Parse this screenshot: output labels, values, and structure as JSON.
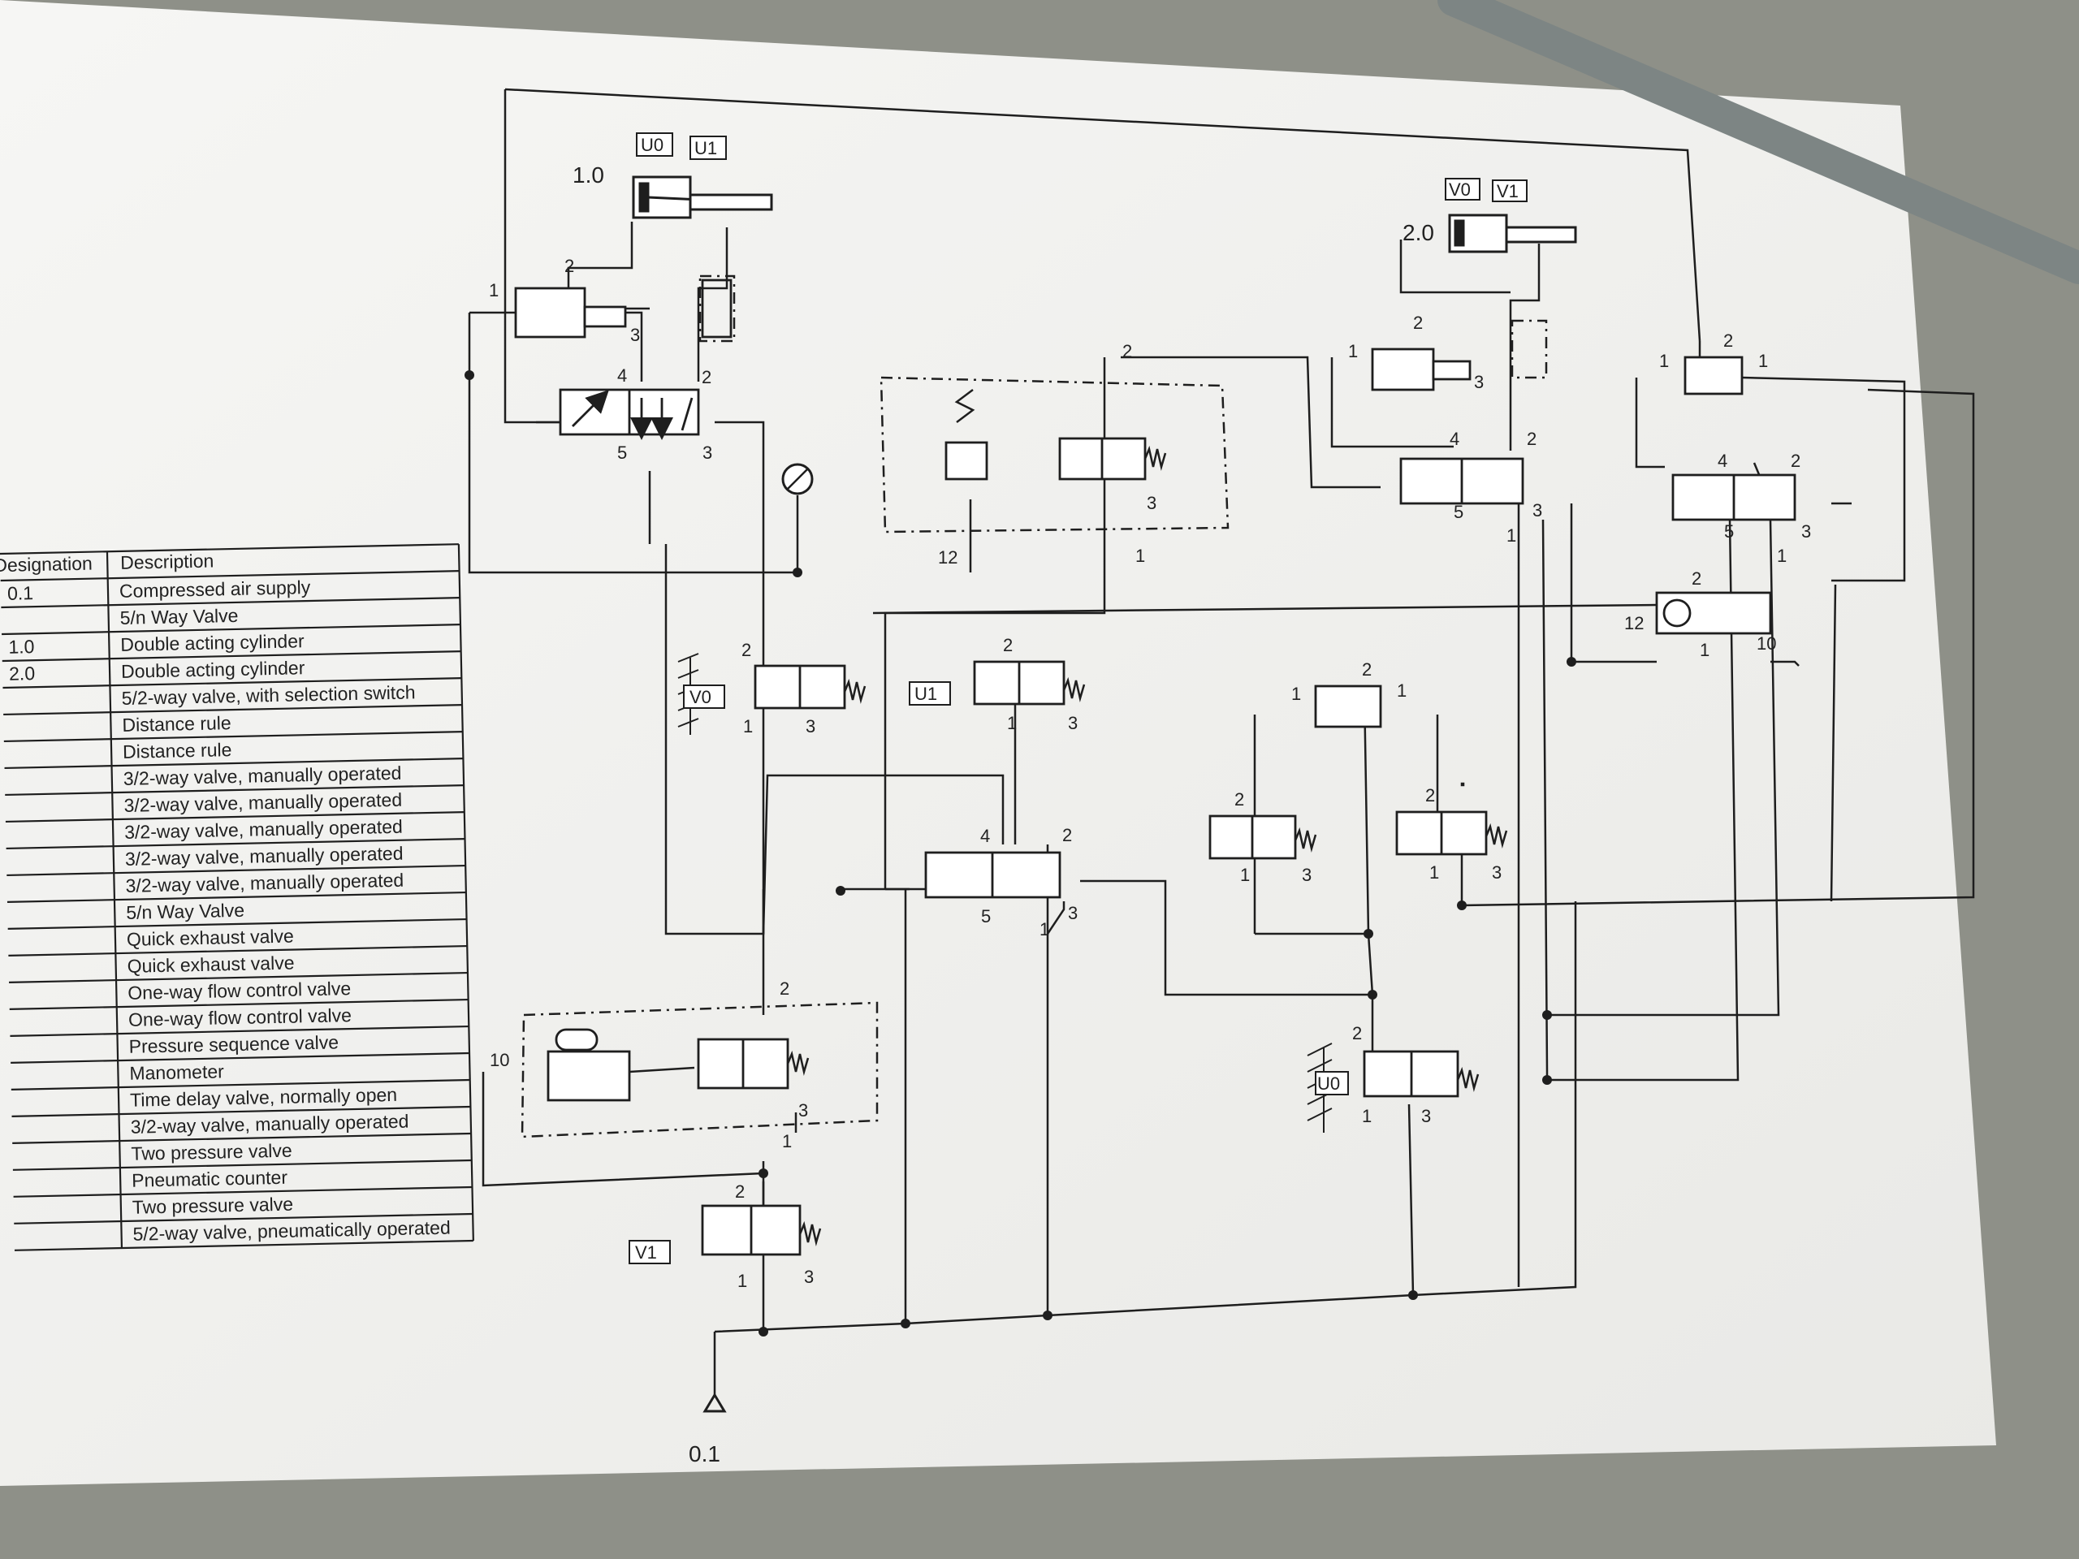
{
  "table": {
    "header": {
      "designation": "Designation",
      "description": "Description"
    },
    "rows": [
      {
        "designation": "0.1",
        "description": "Compressed air supply"
      },
      {
        "designation": "",
        "description": "5/n Way Valve"
      },
      {
        "designation": "1.0",
        "description": "Double acting cylinder"
      },
      {
        "designation": "2.0",
        "description": "Double acting cylinder"
      },
      {
        "designation": "",
        "description": "5/2-way valve, with selection switch"
      },
      {
        "designation": "",
        "description": "Distance rule"
      },
      {
        "designation": "",
        "description": "Distance rule"
      },
      {
        "designation": "",
        "description": "3/2-way valve, manually operated"
      },
      {
        "designation": "",
        "description": "3/2-way valve, manually operated"
      },
      {
        "designation": "",
        "description": "3/2-way valve, manually operated"
      },
      {
        "designation": "",
        "description": "3/2-way valve, manually operated"
      },
      {
        "designation": "",
        "description": "3/2-way valve, manually operated"
      },
      {
        "designation": "",
        "description": "5/n Way Valve"
      },
      {
        "designation": "",
        "description": "Quick exhaust valve"
      },
      {
        "designation": "",
        "description": "Quick exhaust valve"
      },
      {
        "designation": "",
        "description": "One-way flow control valve"
      },
      {
        "designation": "",
        "description": "One-way flow control valve"
      },
      {
        "designation": "",
        "description": "Pressure sequence valve"
      },
      {
        "designation": "",
        "description": "Manometer"
      },
      {
        "designation": "",
        "description": "Time delay valve, normally open"
      },
      {
        "designation": "",
        "description": "3/2-way valve, manually operated"
      },
      {
        "designation": "",
        "description": "Two pressure valve"
      },
      {
        "designation": "",
        "description": "Pneumatic counter"
      },
      {
        "designation": "",
        "description": "Two pressure valve"
      },
      {
        "designation": "",
        "description": "5/2-way valve, pneumatically operated"
      }
    ]
  },
  "diagram": {
    "cylinder_1": "1.0",
    "cylinder_2": "2.0",
    "supply": "0.1",
    "sensors": {
      "u0": "U0",
      "u1": "U1",
      "v0": "V0",
      "v1": "V1"
    },
    "ports": {
      "p1": "1",
      "p2": "2",
      "p3": "3",
      "p4": "4",
      "p5": "5",
      "p10": "10",
      "p12": "12"
    }
  },
  "colors": {
    "paper": "#f2f2f0",
    "background": "#8e9088",
    "ink": "#1e1e1e"
  }
}
